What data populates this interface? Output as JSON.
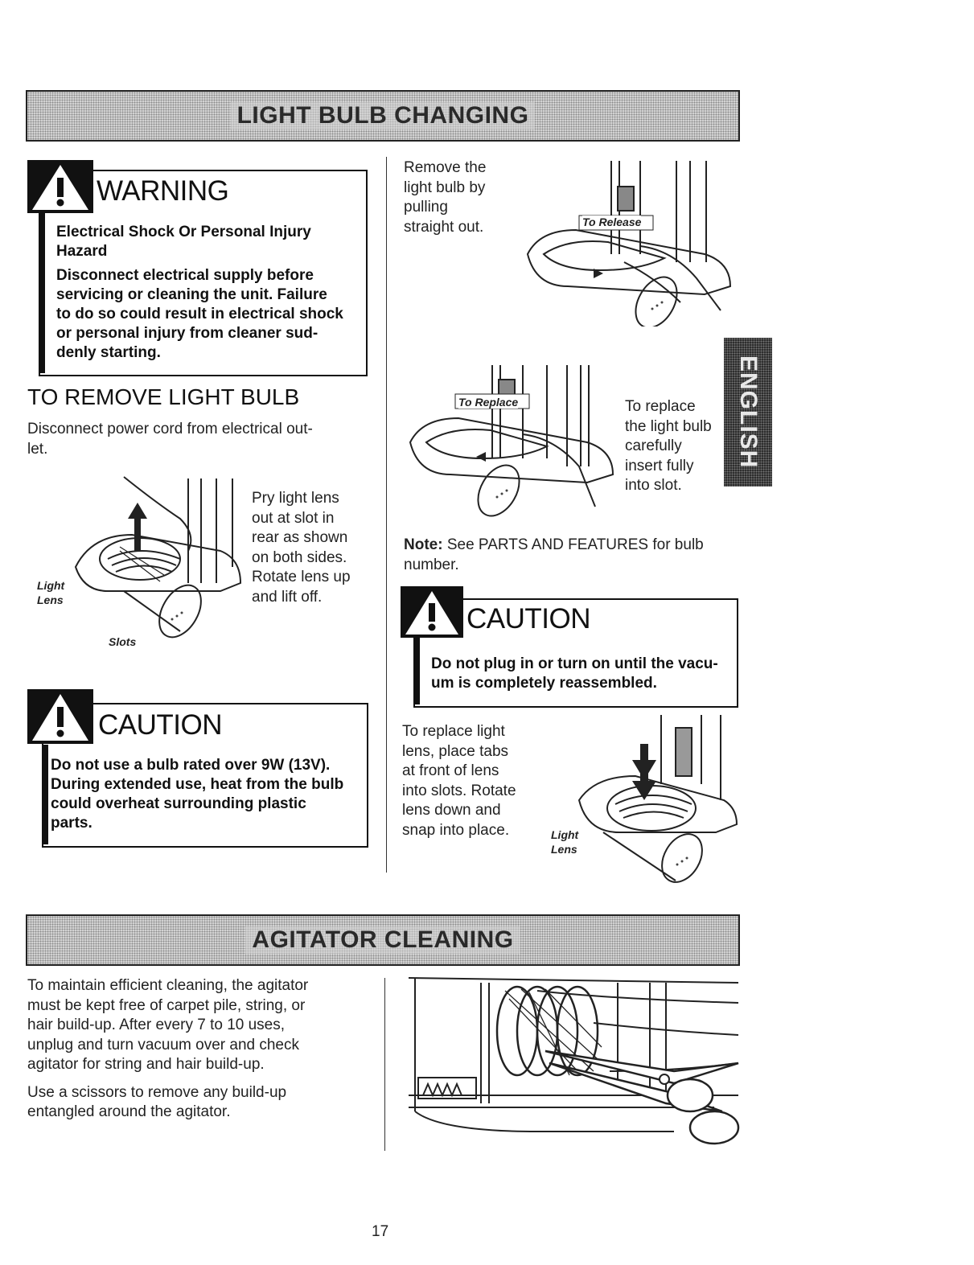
{
  "banners": {
    "light_bulb": "LIGHT BULB CHANGING",
    "agitator": "AGITATOR CLEANING"
  },
  "warning_box": {
    "title": "WARNING",
    "hazard_lines": [
      "Electrical Shock Or Personal Injury",
      "Hazard"
    ],
    "body_lines": [
      "Disconnect electrical supply before",
      "servicing or cleaning the unit. Failure",
      "to do so could result in electrical shock",
      "or personal injury from cleaner sud-",
      "denly starting."
    ]
  },
  "remove_section": {
    "heading": "TO REMOVE LIGHT BULB",
    "intro_lines": [
      "Disconnect power cord from electrical out-",
      "let."
    ],
    "pry_lines": [
      "Pry light lens",
      "out at slot in",
      "rear as shown",
      "on both sides.",
      "Rotate lens up",
      "and lift off."
    ],
    "label_light": "Light",
    "label_lens": "Lens",
    "label_slots": "Slots"
  },
  "caution_left": {
    "title": "CAUTION",
    "body_lines": [
      "Do not use a bulb rated over 9W (13V).",
      "During extended use, heat from the bulb",
      "could overheat surrounding plastic",
      "parts."
    ]
  },
  "right_column": {
    "remove_lines": [
      "Remove the",
      "light bulb by",
      "pulling",
      "straight out."
    ],
    "label_release": "To Release",
    "label_replace": "To Replace",
    "replace_lines": [
      "To replace",
      "the light bulb",
      "carefully",
      "insert fully",
      "into slot."
    ],
    "note_label": "Note:",
    "note_lines": [
      "See PARTS AND FEATURES for bulb",
      "number."
    ],
    "lens_lines": [
      "To replace light",
      "lens, place tabs",
      "at front of lens",
      "into slots. Rotate",
      "lens down and",
      "snap into place."
    ],
    "label_light": "Light",
    "label_lens": "Lens"
  },
  "caution_right": {
    "title": "CAUTION",
    "body_lines": [
      "Do not plug in or turn on until the vacu-",
      "um is  completely reassembled."
    ]
  },
  "side_tab": "ENGLISH",
  "agitator": {
    "para1_lines": [
      "To maintain efficient cleaning, the agitator",
      "must be kept free of carpet pile, string, or",
      "hair build-up. After every 7 to 10 uses,",
      "unplug and turn vacuum over and check",
      "agitator for string and hair build-up."
    ],
    "para2_lines": [
      "Use a scissors to remove any build-up",
      "entangled around the agitator."
    ]
  },
  "page_number": "17"
}
